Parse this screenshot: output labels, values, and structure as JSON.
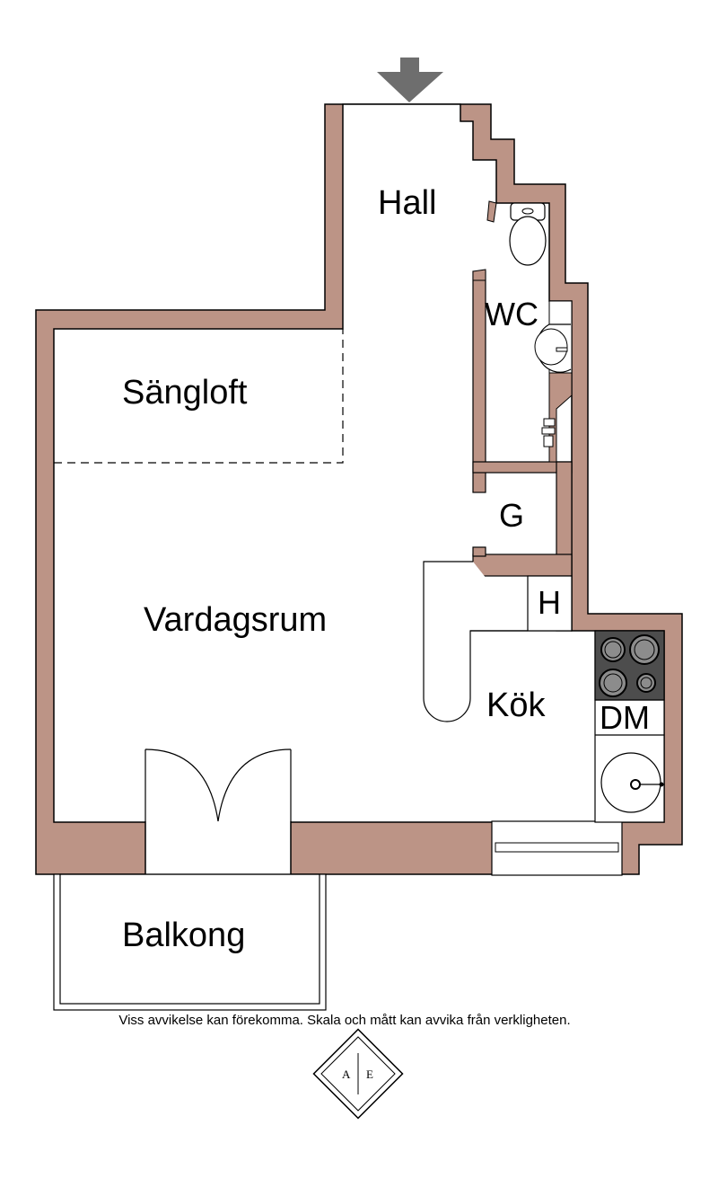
{
  "rooms": {
    "hall": "Hall",
    "wc": "WC",
    "sangloft": "Sängloft",
    "g": "G",
    "h": "H",
    "vardagsrum": "Vardagsrum",
    "kok": "Kök",
    "dm": "DM",
    "balkong": "Balkong"
  },
  "disclaimer": "Viss avvikelse kan förekomma. Skala och mått kan avvika från verkligheten.",
  "logo": {
    "left": "A",
    "right": "E"
  },
  "colors": {
    "wall": "#bc9486",
    "stroke": "#000000",
    "arrow": "#6e6e6e",
    "stove": "#4d4d4d",
    "burner": "#8c8c8c"
  },
  "icons": {
    "entrance": "entrance-arrow-icon",
    "toilet": "toilet-icon",
    "sink": "wash-basin-icon",
    "faucet": "shower-faucet-icon",
    "stove": "stove-icon",
    "kitchen_sink": "kitchen-sink-icon"
  }
}
